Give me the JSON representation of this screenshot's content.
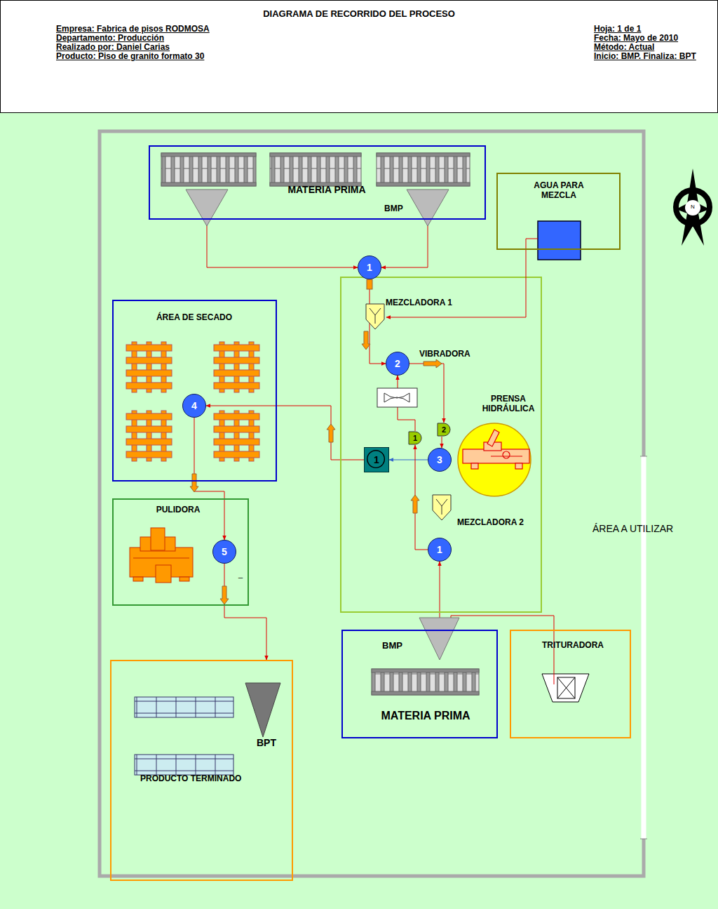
{
  "diagram": {
    "title": "DIAGRAMA DE RECORRIDO DEL PROCESO",
    "nodes": [
      {
        "text": [
          "MATERIA PRIMA",
          "BMP"
        ]
      },
      {
        "text": [
          "AGUA PARA MEZCLA"
        ]
      },
      {
        "text": [
          "1"
        ]
      },
      {
        "text": [
          "2"
        ]
      },
      {
        "text": [
          "1"
        ]
      },
      {
        "text": [
          "2"
        ]
      },
      {
        "text": [
          "3"
        ]
      },
      {
        "text": [
          "1"
        ]
      },
      {
        "text": [
          "1"
        ]
      },
      {
        "text": [
          "ÁREA DE SECADO"
        ]
      },
      {
        "text": [
          "4"
        ],
        "in": 9
      },
      {
        "text": [
          "PULIDORA"
        ]
      },
      {
        "text": [
          "5"
        ],
        "in": 11
      },
      {
        "text": [
          "BPT",
          "PRODUCTO TERMINADO"
        ]
      },
      {
        "text": [
          "BMP",
          "MATERIA PRIMA"
        ]
      },
      {
        "text": [
          "TRITURADORA"
        ]
      }
    ],
    "edges": [
      {
        "from": 0,
        "to": 2,
        "arrow": "to"
      },
      {
        "from": 0,
        "to": 2,
        "arrow": "to"
      },
      {
        "from": 2,
        "to": 3,
        "arrow": "to"
      },
      {
        "from": 3,
        "to": 5,
        "arrow": "to"
      },
      {
        "from": 5,
        "to": 6,
        "arrow": "to"
      },
      {
        "from": 6,
        "to": 7,
        "arrow": "to"
      },
      {
        "from": 7,
        "to": 10,
        "arrow": "to"
      },
      {
        "from": 8,
        "to": 4,
        "arrow": "to"
      },
      {
        "from": 4,
        "to": 3,
        "arrow": "to"
      },
      {
        "from": 14,
        "to": 8,
        "arrow": "to"
      },
      {
        "from": 15,
        "to": 14,
        "arrow": "to"
      },
      {
        "from": 10,
        "to": 12,
        "arrow": "to"
      },
      {
        "from": 12,
        "to": 13,
        "arrow": "to"
      }
    ],
    "labels": [
      "Empresa: Fabrica de pisos RODMOSA",
      "Departamento: Producción",
      "Realizado por: Daniel Carias",
      "Producto: Piso de granito formato 30",
      "Hoja: 1 de 1",
      "Fecha: Mayo de 2010",
      "Método: Actual",
      "Inicio: BMP. Finaliza: BPT",
      "MEZCLADORA 1",
      "VIBRADORA",
      "PRENSA HIDRÁULICA",
      "MEZCLADORA 2",
      "ÁREA A UTILIZAR",
      "N",
      "_"
    ]
  }
}
